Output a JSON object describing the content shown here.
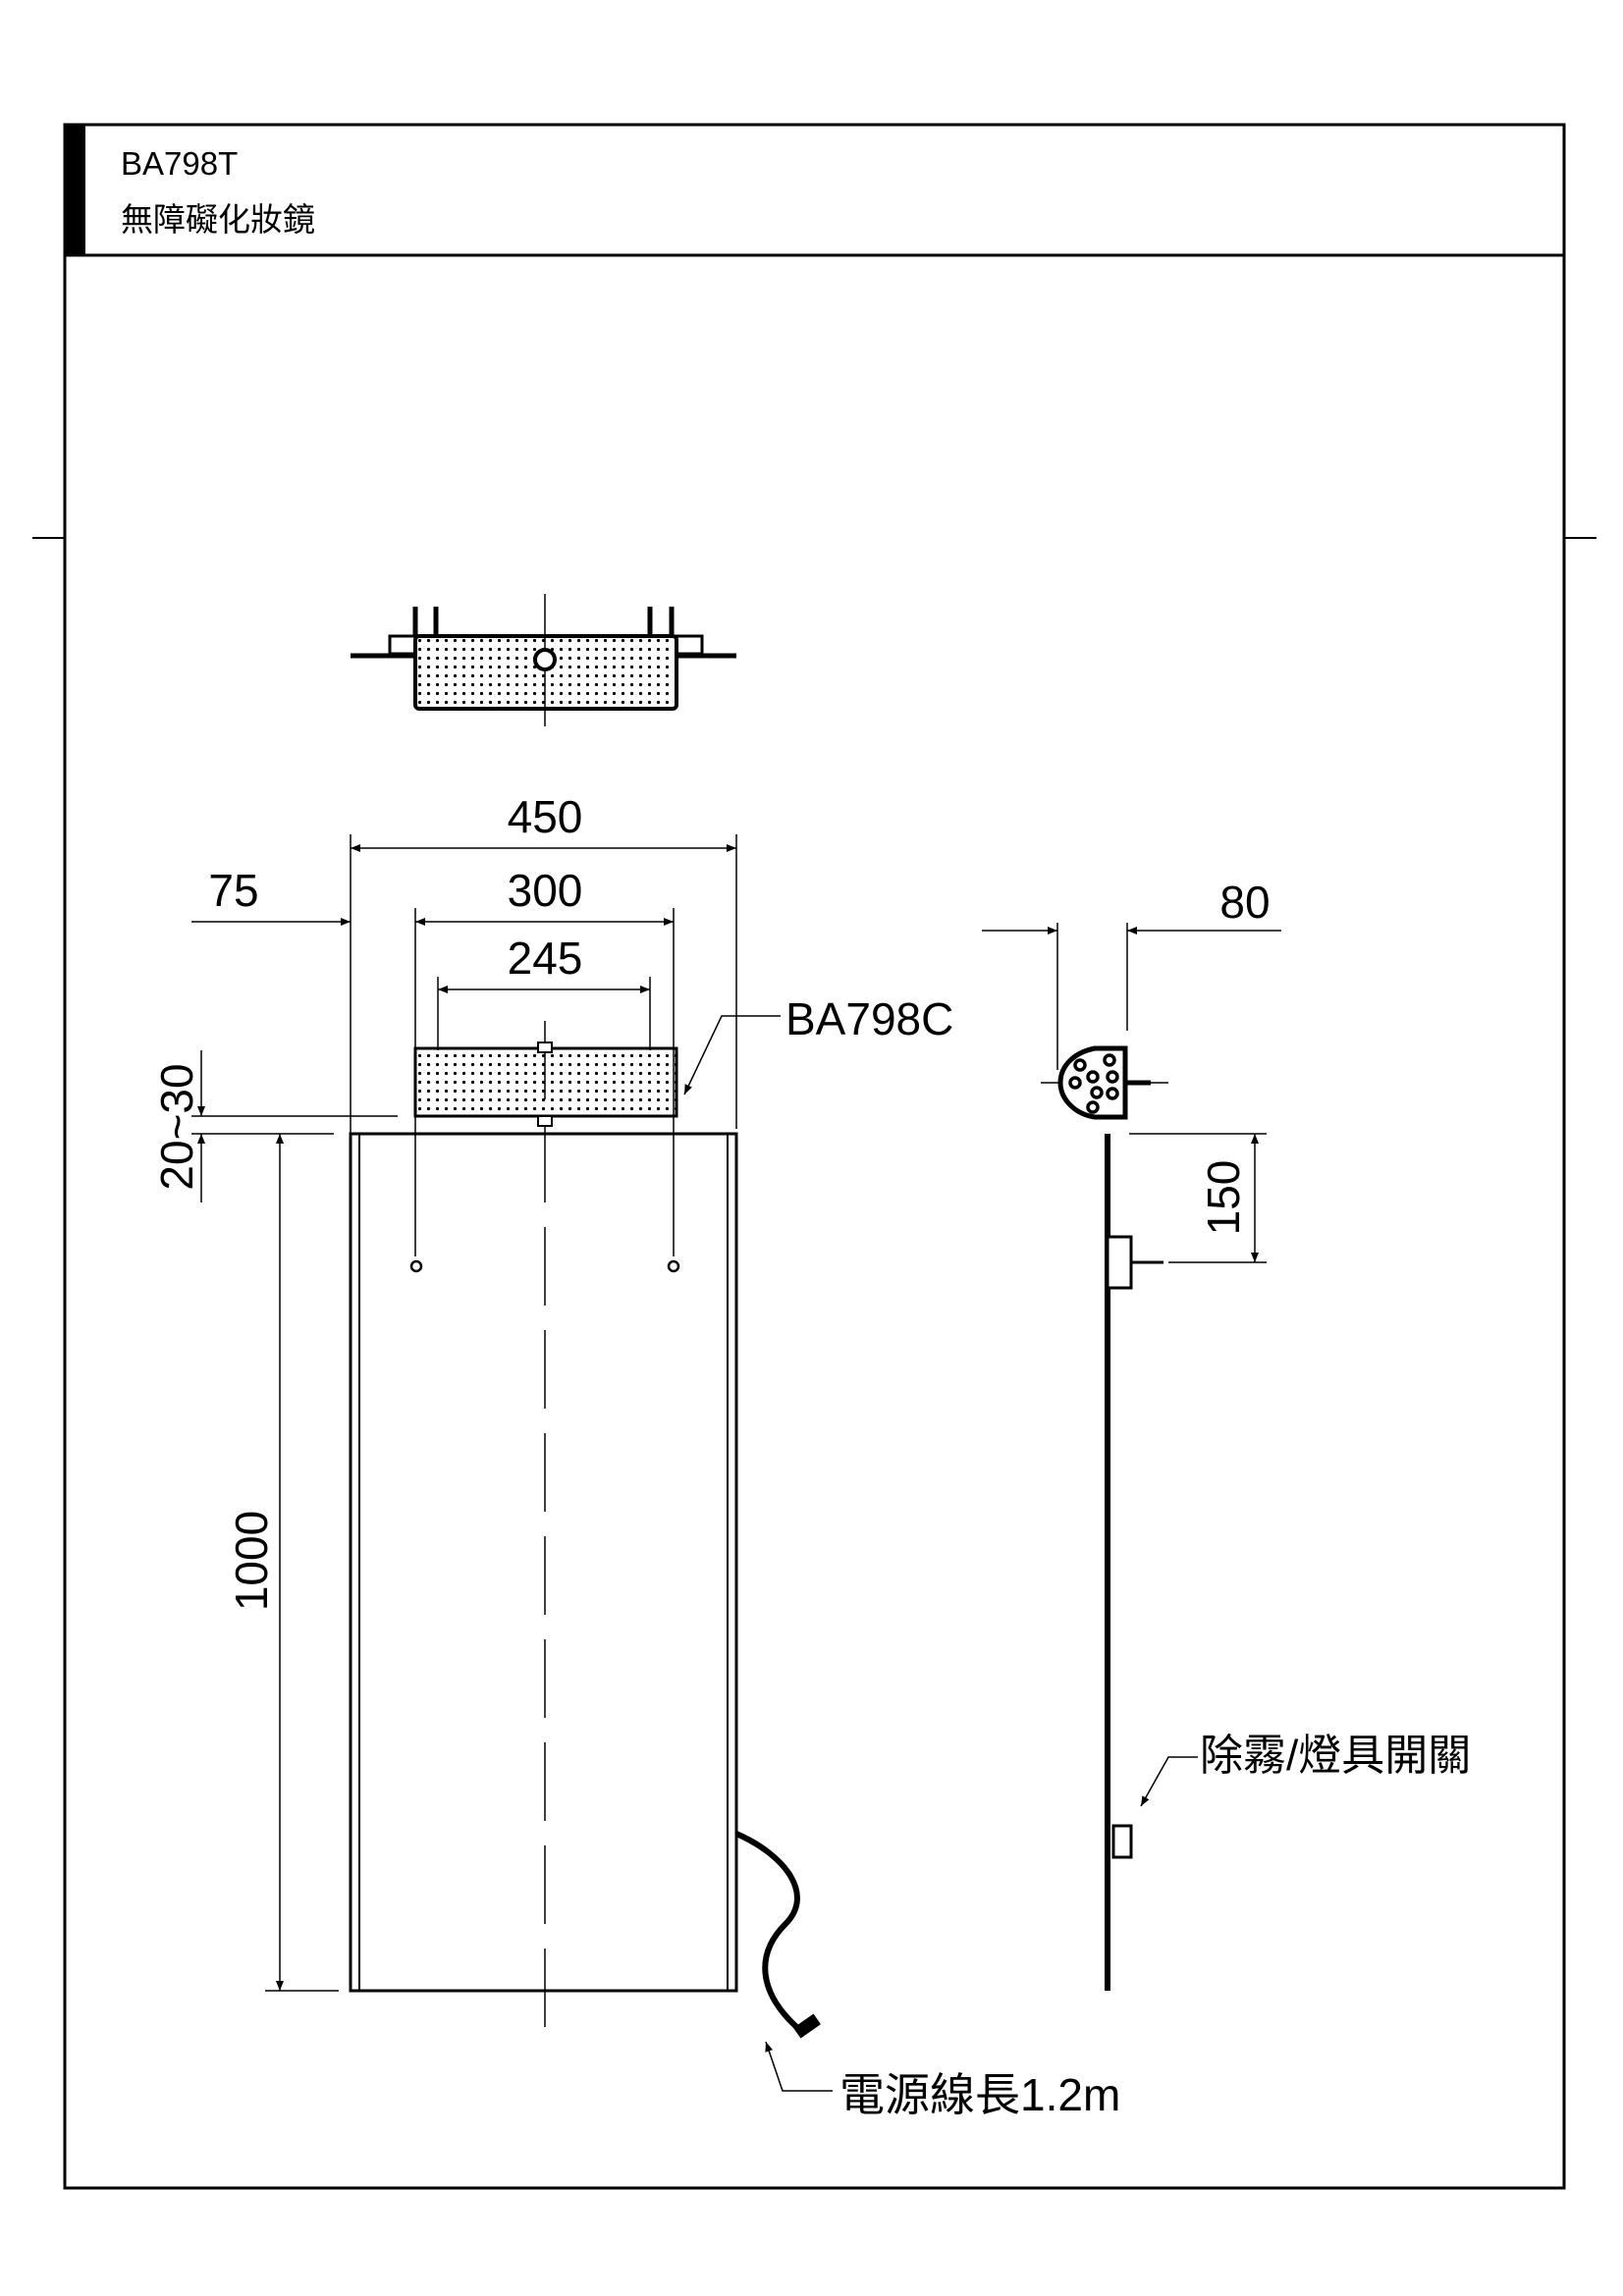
{
  "header": {
    "model": "BA798T",
    "product_name": "無障礙化妝鏡"
  },
  "dimensions": {
    "overall_width": "450",
    "mount_spacing": "300",
    "edge_offset": "75",
    "device_width": "245",
    "gap": "20~30",
    "height": "1000",
    "depth": "80",
    "bracket_offset": "150"
  },
  "labels": {
    "device": "BA798C",
    "switch": "除霧/燈具開關",
    "cord": "電源線長1.2m"
  }
}
